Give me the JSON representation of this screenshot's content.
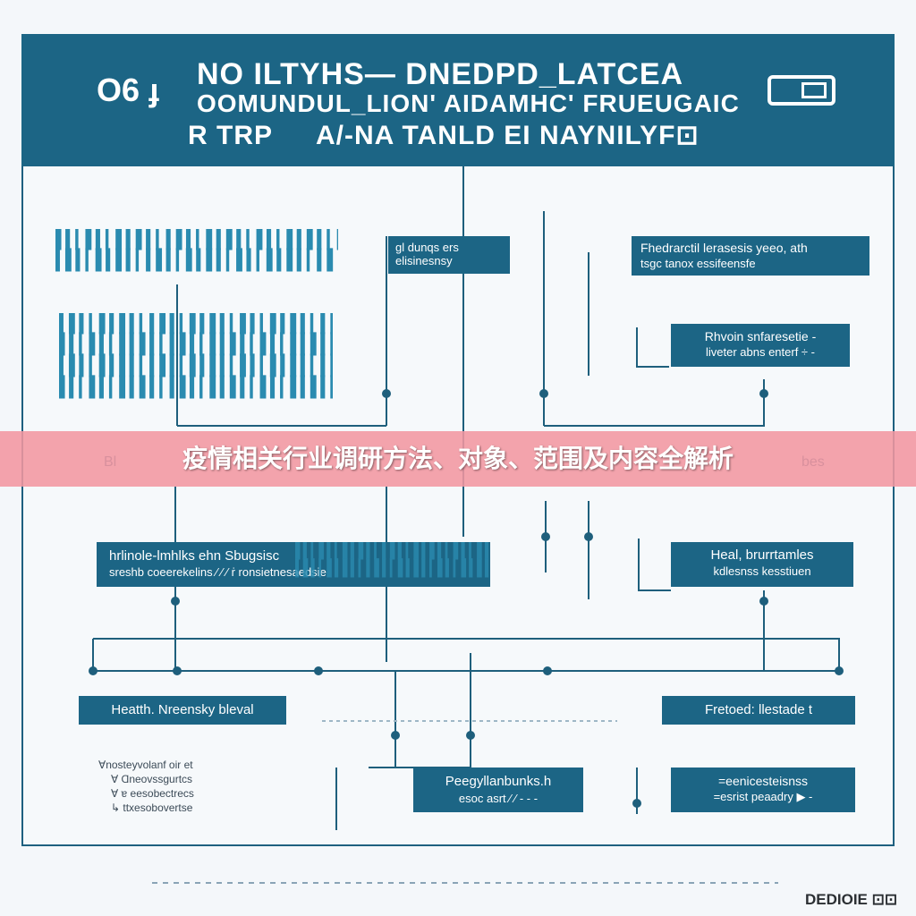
{
  "header": {
    "logo_left": "O6 ɟ",
    "line1": "NO ILTYHS— DNEDPD_LATCEA",
    "line2": "OOMUNDUL_LION' AIDAMHC' FRUEUGAIC",
    "line3_left": "R TRP",
    "line3_right": "A/-NA TANLD EI NAYNILYF⊡"
  },
  "banner": {
    "title": "疫情相关行业调研方法、对象、范围及内容全解析",
    "behind_left": "Bl",
    "behind_right": "bes"
  },
  "boxes": {
    "top_center_l1": "gl dunqs ers",
    "top_center_l2": "elisinesnsy",
    "top_right_l1": "Fhedrarctil lerasesis yeeo, ath",
    "top_right_l2": "tsgc tanox essifeensfe",
    "mid_right_l1": "Rhvoin snfaresetie -",
    "mid_right_l2": "liveter abns enterf ÷ -",
    "wide_left_l1": "hrlinole-lmhlks ehn Sbugsisc",
    "wide_left_l2": "sreshb coeerekelins ⁄ ⁄ ⁄ ṙ   ronsietnesaedsie",
    "right_lower_l1": "Heal, brurrtamles",
    "right_lower_l2": "kdlesnss kesstiuen",
    "health": "Heatth. Nreensky bleval",
    "fretoed": "Fretoed: llestade t",
    "peegy_l1": "Peegyllanbunks.h",
    "peegy_l2": "esoc asrt ⁄ ⁄ - - -",
    "bottom_right_l1": "=eenicesteisnss",
    "bottom_right_l2": "=esrist peaadry ▶ -"
  },
  "scribbles": {
    "blue1": "▌▍▎▌▍▎▌▍▌▍▎▍▌▍▎▌▍▌▍▎▌▍▎▌▍▌▍▎▍▌▍▎",
    "blue2": "▍▌▍▎▌▍▌▍▎▍▌▍▎▌▍▌▍▎▌▍▎▌▍▌▍▎▍▌",
    "gray1": "Ɐnosteyvolanf oir et",
    "gray2": "Ɐ Ɑneovssgurtcs",
    "gray3": "Ɐ ɐ eesobectrecs",
    "gray4": "↳ ttxesobovertse"
  },
  "footer": {
    "mark": "DEDIOIE ⊡⊡"
  },
  "colors": {
    "header_bg": "#1c6585",
    "box_bg": "#1c6585",
    "wire": "#1e5f7c",
    "banner": "#f296a0",
    "scribble_blue": "#2a8bb0"
  }
}
